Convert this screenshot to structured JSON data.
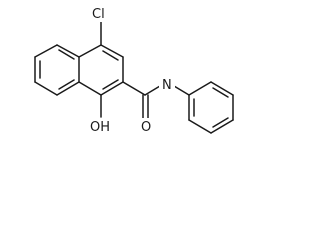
{
  "molecule": {
    "atoms": {
      "chlorine": "Cl",
      "hydroxyl": "OH",
      "carbonyl_oxygen": "O",
      "amide_nitrogen": "N"
    }
  }
}
